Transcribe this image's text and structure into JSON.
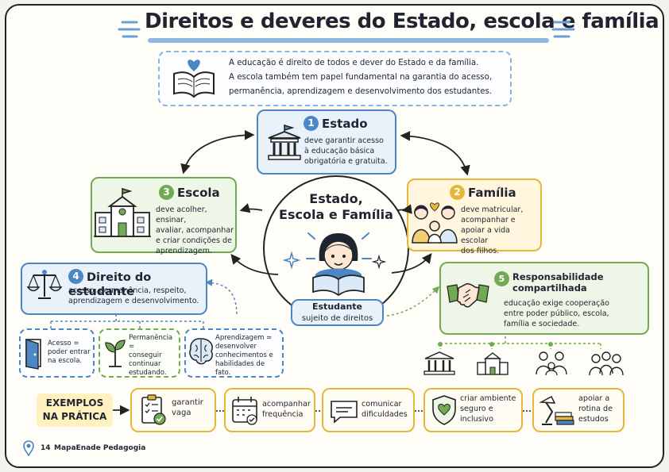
{
  "title": "Direitos e deveres do Estado, escola e família",
  "intro": "A educação é direito de todos e dever do Estado e da família.\nA escola também tem papel fundamental na garantia do acesso,\npermanência, aprendizagem e desenvolvimento dos estudantes.",
  "estado": {
    "number": "1",
    "label": "Estado",
    "text": "deve garantir acesso\nà educação básica\nobrigatória e gratuita."
  },
  "escola": {
    "number": "3",
    "label": "Escola",
    "text": "deve acolher, ensinar,\navaliar, acompanhar\ne criar condições de\naprendizagem."
  },
  "familia": {
    "number": "2",
    "label": "Família",
    "text": "deve matricular,\nacompanhar e\napoiar a vida escolar\ndos filhos."
  },
  "center": {
    "title": "Estado,\nEscola e Família",
    "student": "Estudante",
    "subject": "sujeito de direitos"
  },
  "direito": {
    "number": "4",
    "label": "Direito do estudante",
    "text": "acesso, permanência, respeito,\naprendizagem e desenvolvimento."
  },
  "rights": [
    {
      "text": "Acesso =\npoder entrar\nna escola."
    },
    {
      "text": "Permanência =\nconseguir\ncontinuar\nestudando."
    },
    {
      "text": "Aprendizagem =\ndesenvolver\nconhecimentos e\nhabilidades de fato."
    }
  ],
  "responsabilidade": {
    "number": "5",
    "label": "Responsabilidade\ncompartilhada",
    "text": "educação exige cooperação\nentre poder público, escola,\nfamília e sociedade."
  },
  "examples": {
    "label": "EXEMPLOS\nNA PRÁTICA",
    "items": [
      {
        "text": "garantir\nvaga"
      },
      {
        "text": "acompanhar\nfrequência"
      },
      {
        "text": "comunicar\ndificuldades"
      },
      {
        "text": "criar ambiente\nseguro e\ninclusivo"
      },
      {
        "text": "apoiar a\nrotina de\nestudos"
      }
    ]
  },
  "footer": {
    "page": "14",
    "brand": "MapaEnade Pedagogia"
  },
  "colors": {
    "blue": "#4d86c4",
    "green": "#71aa53",
    "yellow": "#e5b73b",
    "ink": "#1f2430"
  }
}
